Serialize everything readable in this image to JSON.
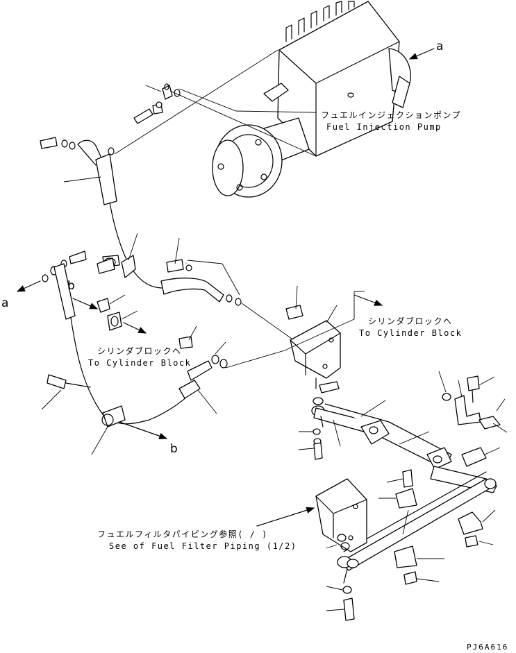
{
  "labels": {
    "injection_pump_jp": "フュエルインジェクションポンプ",
    "injection_pump_en": "Fuel Injection Pump",
    "cyl_block_right_jp": "シリンダブロックへ",
    "cyl_block_right_en": "To Cylinder Block",
    "cyl_block_left_jp": "シリンダブロックへ",
    "cyl_block_left_en": "To Cylinder Block",
    "filter_ref_jp": "フュエルフィルタパイピング参照(  /  )",
    "filter_ref_en": "See of Fuel Filter Piping (1/2)"
  },
  "markers": {
    "a_top": "a",
    "a_left": "a",
    "b_upper": "b",
    "b_lower": "b"
  },
  "drawing_code": "PJ6A616"
}
